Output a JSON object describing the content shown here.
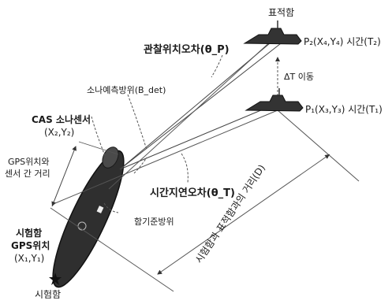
{
  "target_ship": {
    "label": "표적함"
  },
  "p2": {
    "label": "P₂(X₄,Y₄) 시간(T₂)"
  },
  "p1": {
    "label": "P₁(X₃,Y₃) 시간(T₁)"
  },
  "delta_t": {
    "label": "ΔT 이동"
  },
  "obs_error": {
    "label": "관찰위치오차(θ_P)"
  },
  "sonar_bearing": {
    "label": "소나예측방위(B_det)"
  },
  "cas_sensor": {
    "title": "CAS 소나센서",
    "coords": "(X₂,Y₂)"
  },
  "gps_distance": {
    "line1": "GPS위치와",
    "line2": "센서 간 거리"
  },
  "time_delay_error": {
    "label": "시간지연오차(θ_T)"
  },
  "heading_bearing": {
    "label": "함기준방위"
  },
  "test_ship_gps": {
    "line1": "시험함",
    "line2": "GPS위치",
    "line3": "(X₁,Y₁)"
  },
  "test_ship": {
    "label": "시험함"
  },
  "distance": {
    "label": "시험함과 표적함과의 거리(D)"
  }
}
